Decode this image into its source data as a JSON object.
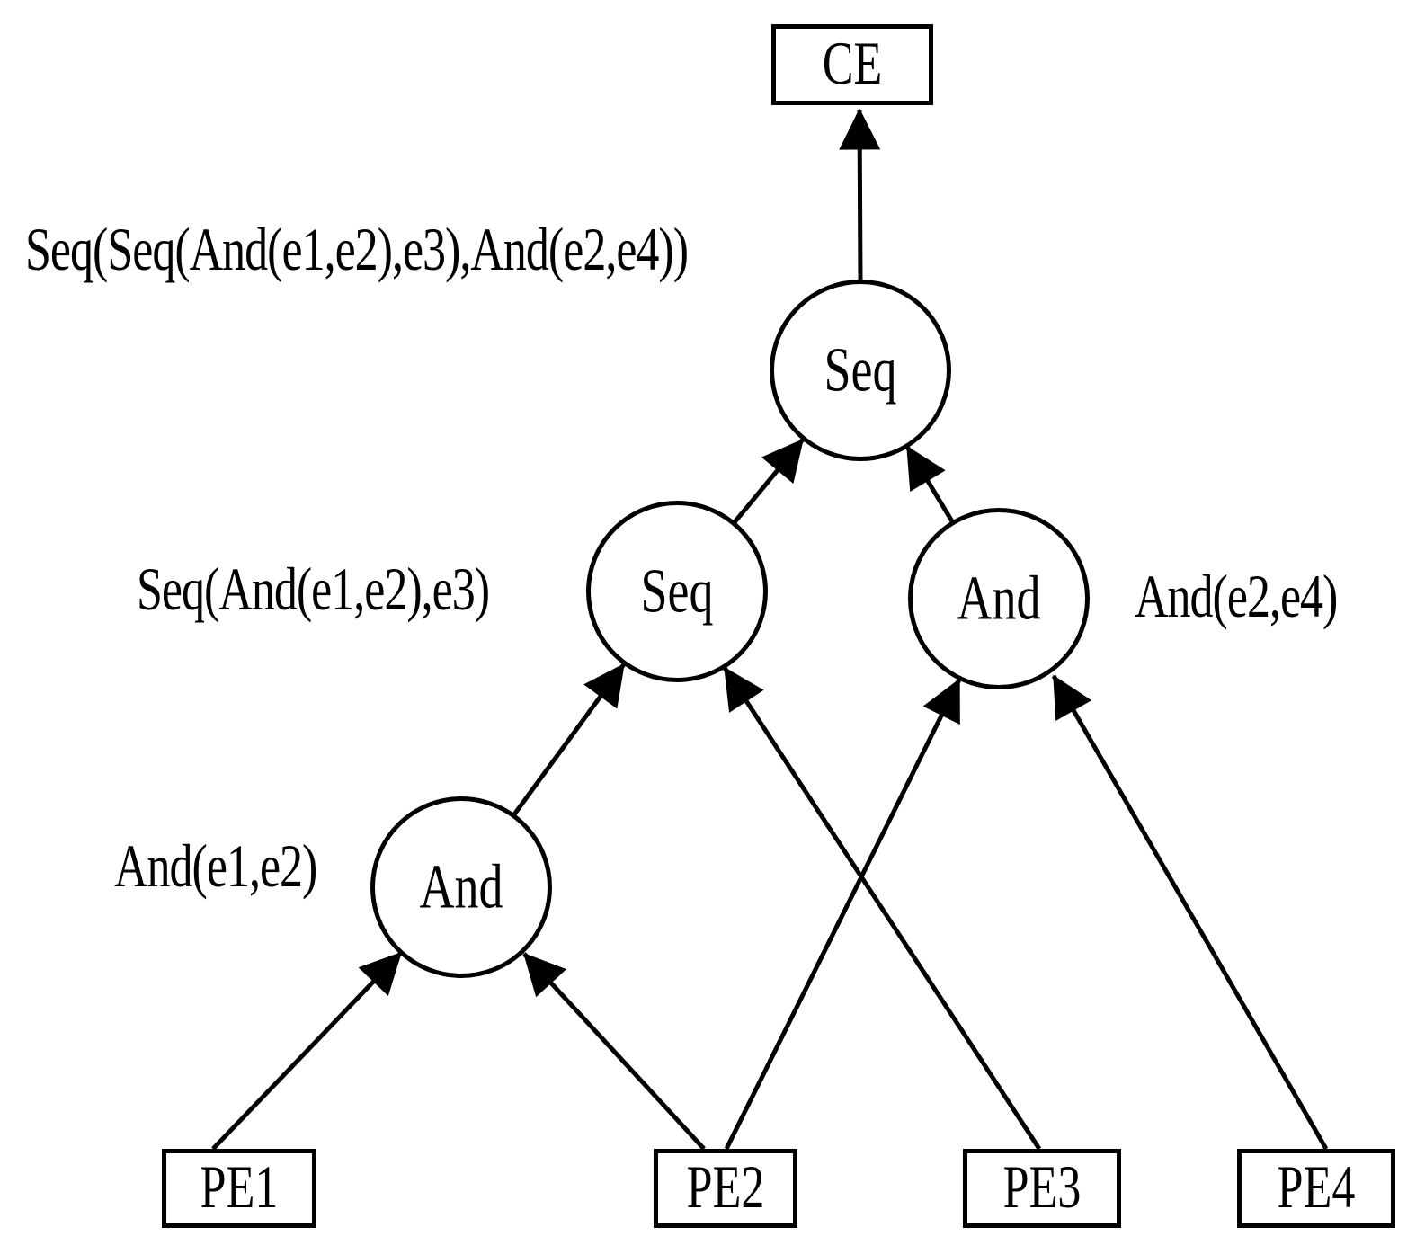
{
  "diagram": {
    "type": "event-processing-tree",
    "background_color": "#ffffff",
    "line_color": "#000000"
  },
  "nodes": {
    "ce": {
      "label": "CE",
      "shape": "rect"
    },
    "seq_root": {
      "label": "Seq",
      "shape": "circle"
    },
    "seq_inner": {
      "label": "Seq",
      "shape": "circle"
    },
    "and_right": {
      "label": "And",
      "shape": "circle"
    },
    "and_left": {
      "label": "And",
      "shape": "circle"
    },
    "pe1": {
      "label": "PE1",
      "shape": "rect"
    },
    "pe2": {
      "label": "PE2",
      "shape": "rect"
    },
    "pe3": {
      "label": "PE3",
      "shape": "rect"
    },
    "pe4": {
      "label": "PE4",
      "shape": "rect"
    }
  },
  "annotations": {
    "root_expression": "Seq(Seq(And(e1,e2),e3),And(e2,e4))",
    "seq_inner_expression": "Seq(And(e1,e2),e3)",
    "and_right_expression": "And(e2,e4)",
    "and_left_expression": "And(e1,e2)"
  },
  "edges": [
    {
      "from": "seq_root",
      "to": "ce"
    },
    {
      "from": "seq_inner",
      "to": "seq_root"
    },
    {
      "from": "and_right",
      "to": "seq_root"
    },
    {
      "from": "and_left",
      "to": "seq_inner"
    },
    {
      "from": "pe3",
      "to": "seq_inner"
    },
    {
      "from": "pe2",
      "to": "and_right"
    },
    {
      "from": "pe4",
      "to": "and_right"
    },
    {
      "from": "pe1",
      "to": "and_left"
    },
    {
      "from": "pe2",
      "to": "and_left"
    }
  ]
}
